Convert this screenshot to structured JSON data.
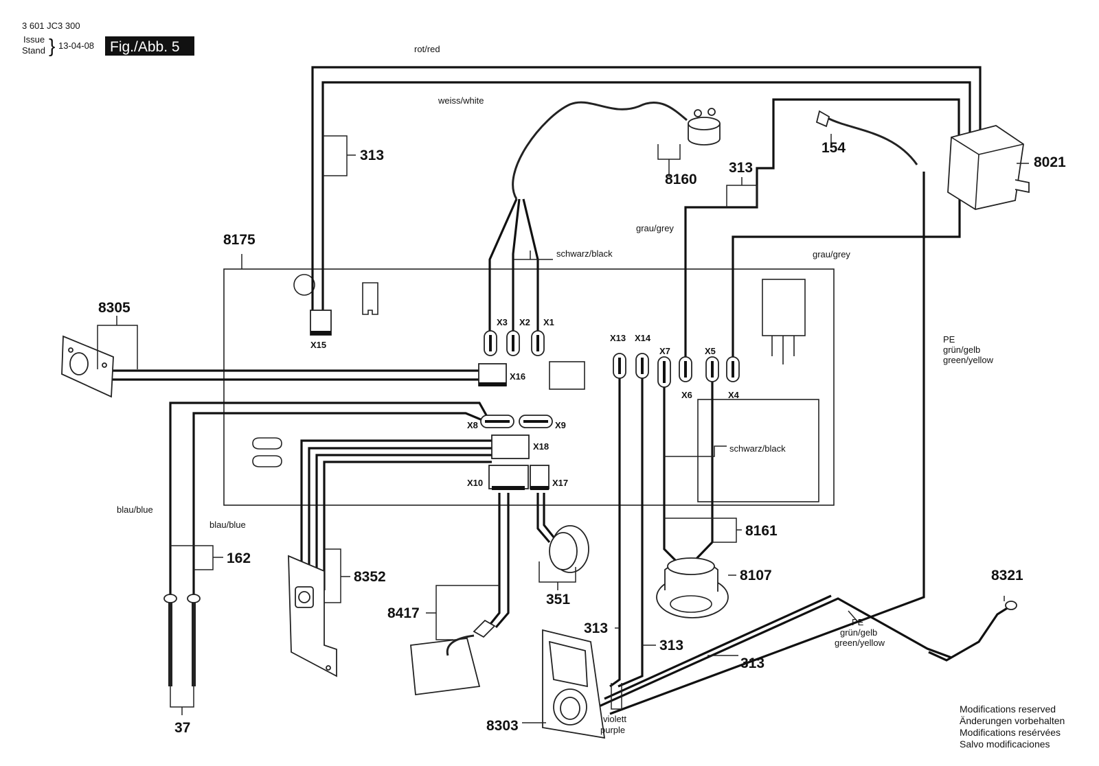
{
  "header": {
    "part_number": "3 601 JC3 300",
    "issue_label": "Issue",
    "stand_label": "Stand",
    "brace": "}",
    "date": "13-04-08",
    "figure": "Fig./Abb. 5"
  },
  "wire_labels": {
    "red": "rot/red",
    "white": "weiss/white",
    "black_top": "schwarz/black",
    "grey_left": "grau/grey",
    "grey_right": "grau/grey",
    "pe_right_1": "PE",
    "pe_right_2": "grün/gelb",
    "pe_right_3": "green/yellow",
    "black_mid": "schwarz/black",
    "blue_1": "blau/blue",
    "blue_2": "blau/blue",
    "pe_bottom_1": "PE",
    "pe_bottom_2": "grün/gelb",
    "pe_bottom_3": "green/yellow",
    "violet_1": "violett",
    "violet_2": "purple"
  },
  "part_numbers": {
    "p313_a": "313",
    "p313_b": "313",
    "p313_c": "313",
    "p313_d": "313",
    "p313_e": "313",
    "p8160": "8160",
    "p154": "154",
    "p8021": "8021",
    "p8175": "8175",
    "p8305": "8305",
    "p162": "162",
    "p8352": "8352",
    "p8417": "8417",
    "p351": "351",
    "p8161": "8161",
    "p8107": "8107",
    "p8321": "8321",
    "p8303": "8303",
    "p37": "37"
  },
  "connectors": {
    "x1": "X1",
    "x2": "X2",
    "x3": "X3",
    "x4": "X4",
    "x6": "X6",
    "x7": "X7",
    "x5": "X5",
    "x8": "X8",
    "x9": "X9",
    "x10": "X10",
    "x13": "X13",
    "x14": "X14",
    "x15": "X15",
    "x16": "X16",
    "x17": "X17",
    "x18": "X18"
  },
  "footer_notes": [
    "Modifications reserved",
    "Änderungen vorbehalten",
    "Modifications resérvées",
    "Salvo modificaciones"
  ]
}
